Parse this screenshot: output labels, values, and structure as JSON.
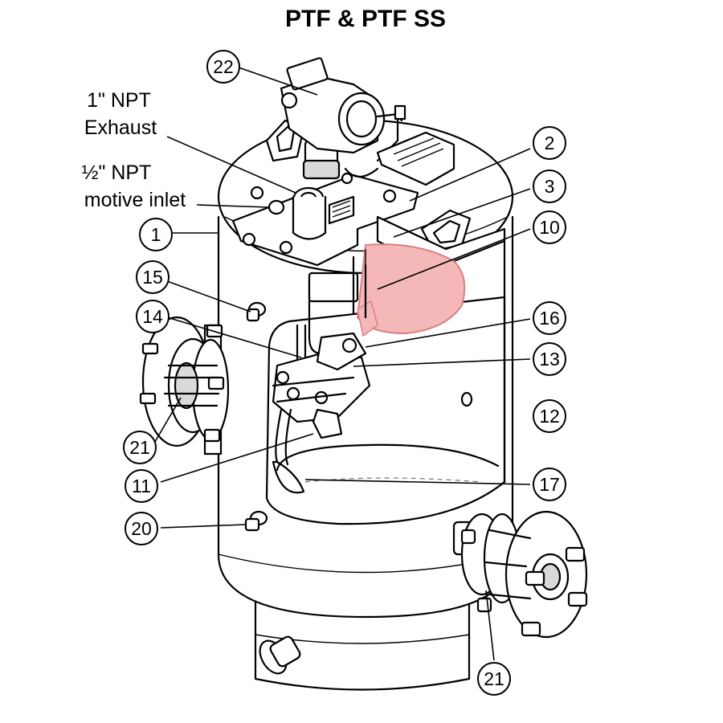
{
  "title": "PTF & PTF SS",
  "notes": {
    "exhaust_line1": "1\" NPT",
    "exhaust_line2": "Exhaust",
    "motive_line1": "½\" NPT",
    "motive_line2": "motive inlet"
  },
  "callouts": {
    "c1": "1",
    "c2": "2",
    "c3": "3",
    "c10": "10",
    "c11": "11",
    "c12": "12",
    "c13": "13",
    "c14": "14",
    "c15": "15",
    "c16": "16",
    "c17": "17",
    "c20": "20",
    "c21_left": "21",
    "c21_right": "21",
    "c22": "22"
  },
  "colors": {
    "float_fill": "#f4b8b8",
    "float_stroke": "#d98080",
    "line": "#000000"
  }
}
